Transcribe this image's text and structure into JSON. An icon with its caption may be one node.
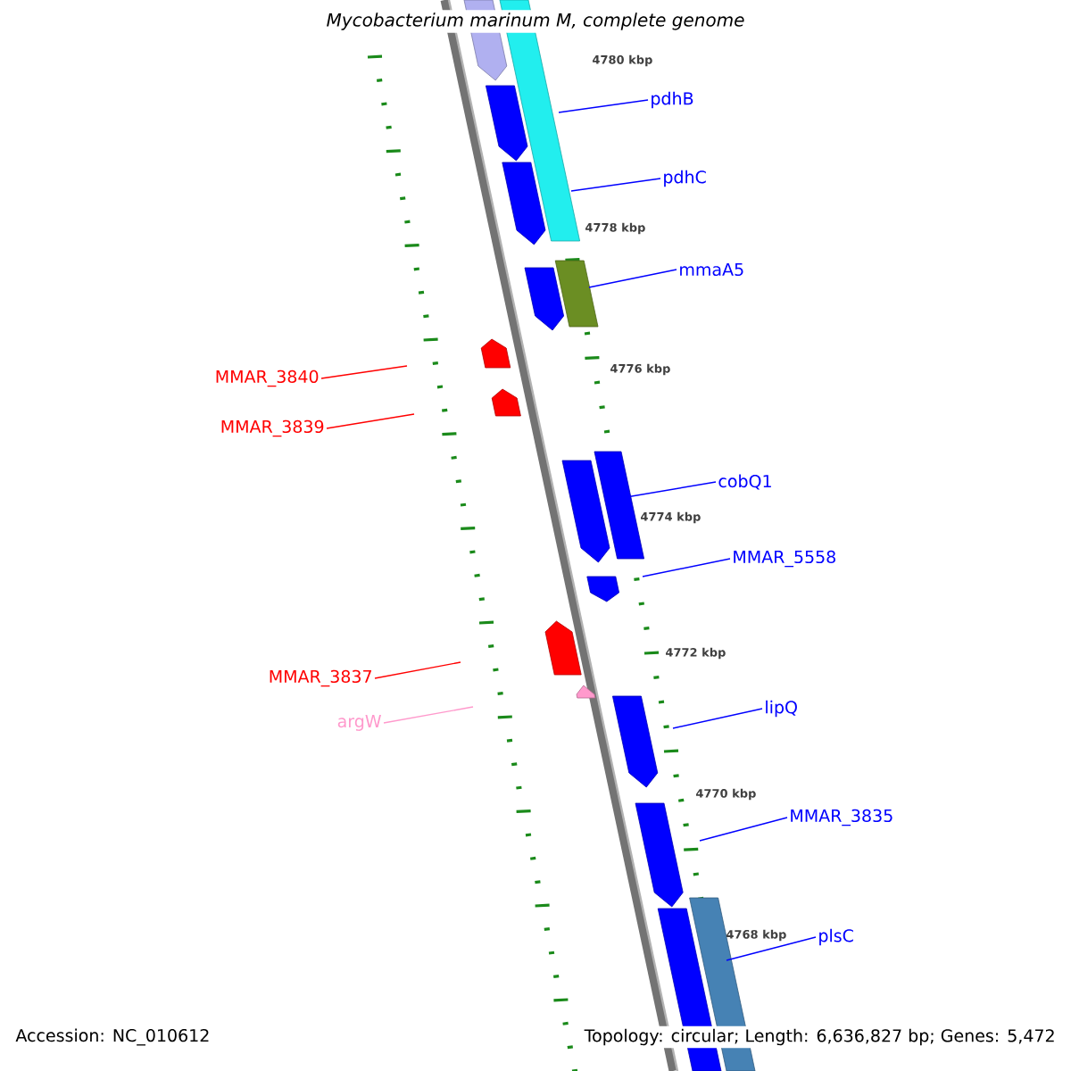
{
  "diagram": {
    "title": "*Mycobacterium marinum* M, complete genome",
    "nodes": [
      {
        "text": [
          "pdhB"
        ]
      },
      {
        "text": [
          "pdhC"
        ]
      },
      {
        "text": [
          "mmaA5"
        ]
      },
      {
        "text": [
          "MMAR_3840"
        ]
      },
      {
        "text": [
          "MMAR_3839"
        ]
      },
      {
        "text": [
          "cobQ1"
        ]
      },
      {
        "text": [
          "MMAR_5558"
        ]
      },
      {
        "text": [
          "MMAR_3837"
        ]
      },
      {
        "text": [
          "argW"
        ]
      },
      {
        "text": [
          "lipQ"
        ]
      },
      {
        "text": [
          "MMAR_3835"
        ]
      },
      {
        "text": [
          "plsC"
        ]
      }
    ],
    "edges": [
      {
        "from": 0,
        "to": null,
        "arrow": "none"
      },
      {
        "from": 1,
        "to": null,
        "arrow": "none"
      },
      {
        "from": 2,
        "to": null,
        "arrow": "none"
      },
      {
        "from": 3,
        "to": null,
        "arrow": "none",
        "color": "#ff0000"
      },
      {
        "from": 4,
        "to": null,
        "arrow": "none",
        "color": "#ff0000"
      },
      {
        "from": 5,
        "to": null,
        "arrow": "none"
      },
      {
        "from": 6,
        "to": null,
        "arrow": "none"
      },
      {
        "from": 7,
        "to": null,
        "arrow": "none",
        "color": "#ff0000"
      },
      {
        "from": 8,
        "to": null,
        "arrow": "none",
        "color": "#ff99cc"
      },
      {
        "from": 9,
        "to": null,
        "arrow": "none"
      },
      {
        "from": 10,
        "to": null,
        "arrow": "none"
      },
      {
        "from": 11,
        "to": null,
        "arrow": "none"
      }
    ],
    "labels": [
      "4780 kbp",
      "4778 kbp",
      "4776 kbp",
      "4774 kbp",
      "4772 kbp",
      "4770 kbp",
      "4768 kbp",
      "Accession: NC_010612",
      "Topology: circular; Length: 6,636,827 bp; Genes: 5,472"
    ]
  }
}
